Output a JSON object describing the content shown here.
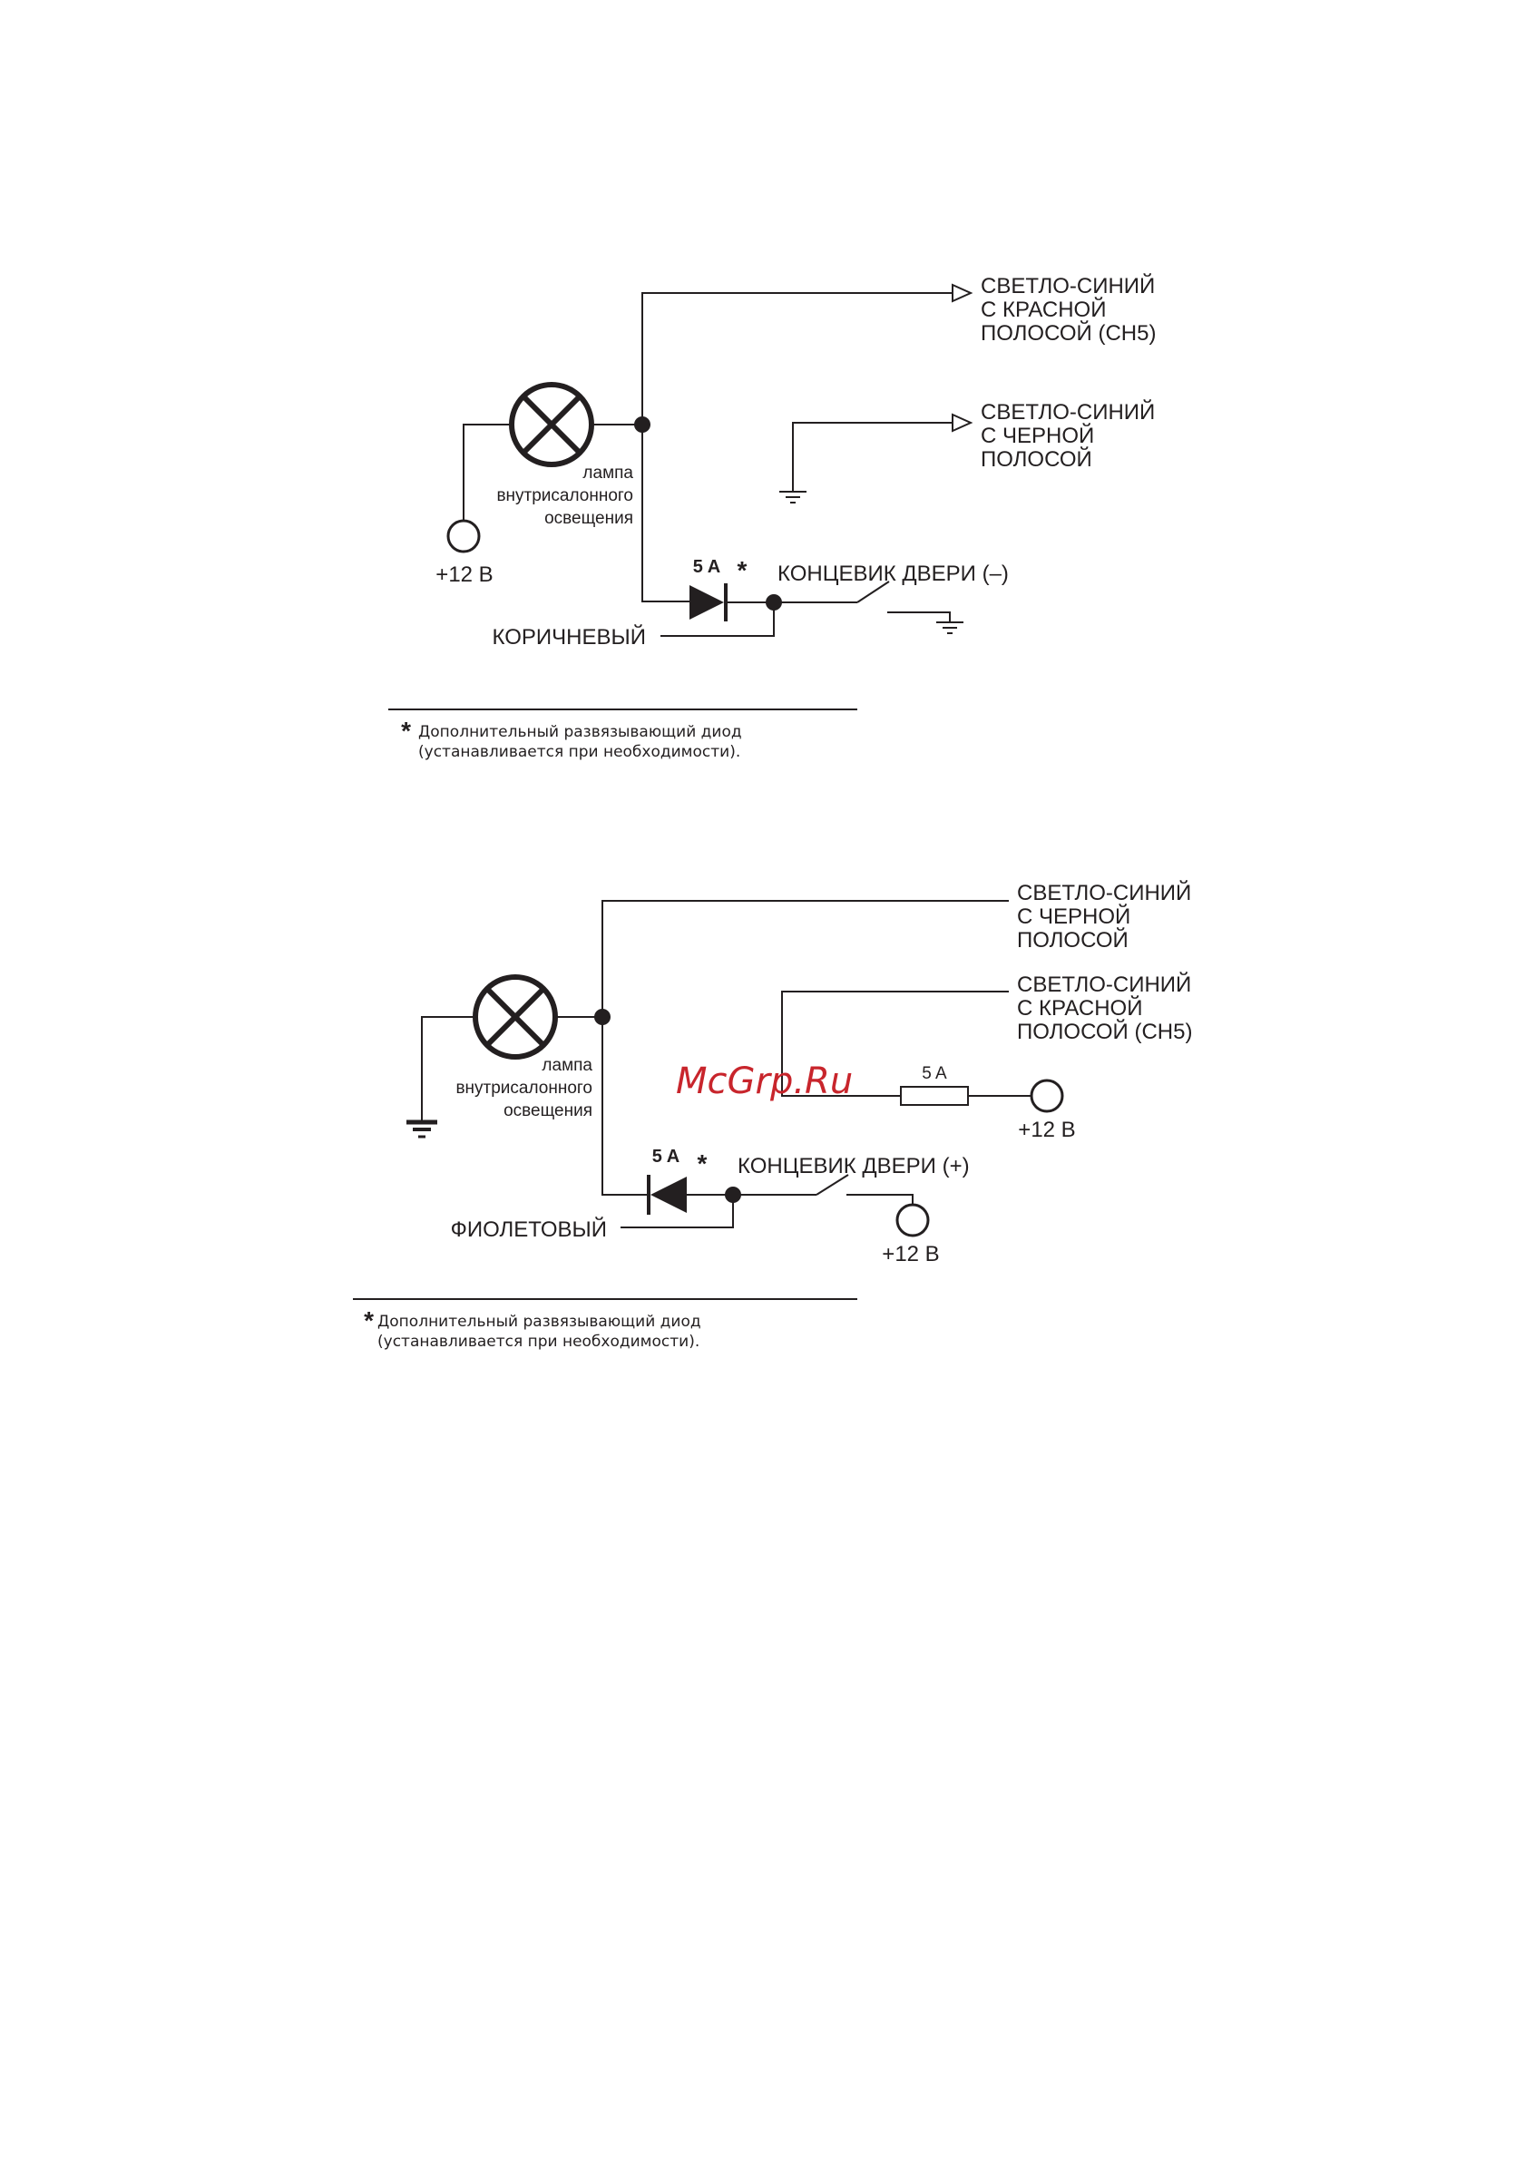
{
  "diagram1": {
    "out1": [
      "СВЕТЛО-СИНИЙ",
      "С КРАСНОЙ",
      "ПОЛОСОЙ (CH5)"
    ],
    "out2": [
      "СВЕТЛО-СИНИЙ",
      "С ЧЕРНОЙ",
      "ПОЛОСОЙ"
    ],
    "lamp": [
      "лампа",
      "внутрисалонного",
      "освещения"
    ],
    "plus12": "+12 В",
    "diode_rating": "5 A",
    "asterisk": "*",
    "switch_label": "КОНЦЕВИК ДВЕРИ (–)",
    "wire": "КОРИЧНЕВЫЙ",
    "footnote_star": "*",
    "footnote": [
      "Дополнительный развязывающий диод",
      "(устанавливается при необходимости)."
    ]
  },
  "diagram2": {
    "out1": [
      "СВЕТЛО-СИНИЙ",
      "С ЧЕРНОЙ",
      "ПОЛОСОЙ"
    ],
    "out2": [
      "СВЕТЛО-СИНИЙ",
      "С КРАСНОЙ",
      "ПОЛОСОЙ (CH5)"
    ],
    "lamp": [
      "лампа",
      "внутрисалонного",
      "освещения"
    ],
    "fuse_rating": "5 A",
    "plus12_fuse": "+12 В",
    "diode_rating": "5 A",
    "asterisk": "*",
    "switch_label": "КОНЦЕВИК ДВЕРИ (+)",
    "wire": "ФИОЛЕТОВЫЙ",
    "plus12_switch": "+12 В",
    "footnote_star": "*",
    "footnote": [
      "Дополнительный развязывающий диод",
      "(устанавливается при необходимости)."
    ]
  },
  "watermark": "McGrp.Ru"
}
